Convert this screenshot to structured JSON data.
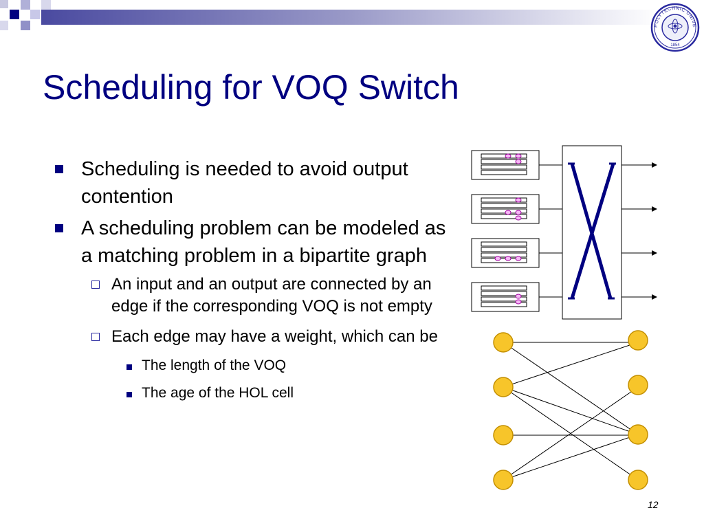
{
  "slide": {
    "title": "Scheduling for VOQ Switch",
    "page_number": "12",
    "bullets": [
      {
        "level": 1,
        "text": "Scheduling is needed to avoid output contention"
      },
      {
        "level": 1,
        "text": "A scheduling problem can be modeled as a matching problem in a bipartite graph"
      },
      {
        "level": 2,
        "text": "An input and an output are connected by an edge if the corresponding VOQ is not empty"
      },
      {
        "level": 2,
        "text": "Each edge may have a weight, which can be"
      },
      {
        "level": 3,
        "text": "The length of the VOQ"
      },
      {
        "level": 3,
        "text": "The age of the HOL cell"
      }
    ]
  },
  "logo": {
    "ring_text": "POLYTECHNIC UNIVERSITY",
    "year": "1854"
  },
  "colors": {
    "title": "#000080",
    "accent": "#000080",
    "node_fill": "#f7c52a",
    "node_stroke": "#c38f00",
    "cell_fill": "#f5b8f5",
    "cell_stroke": "#a000a0"
  }
}
